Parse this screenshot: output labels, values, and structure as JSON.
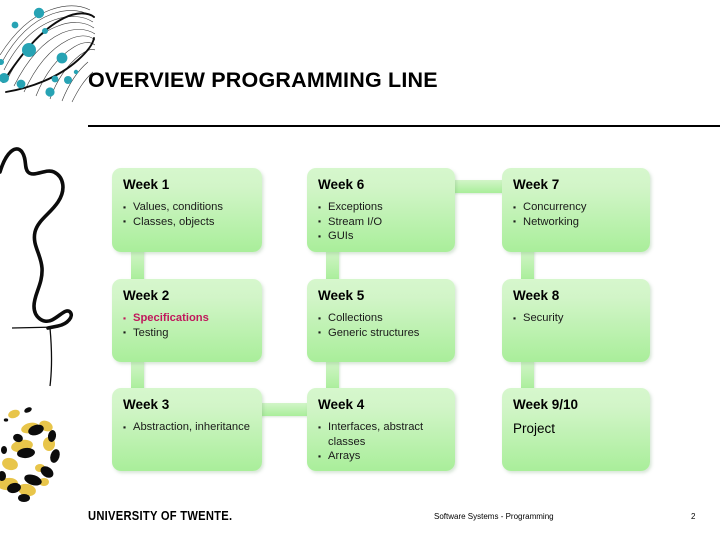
{
  "slide": {
    "title": "OVERVIEW PROGRAMMING LINE",
    "page_number": "2",
    "accent_green": "#a9ee9a",
    "highlight_color": "#c0185c",
    "logo_teal": "#2aa7b5"
  },
  "footer": {
    "university": "UNIVERSITY OF TWENTE.",
    "course": "Software Systems - Programming",
    "page": "2"
  },
  "boxes": [
    {
      "id": "week-1",
      "title": "Week 1",
      "items": [
        {
          "text": "Values, conditions",
          "highlight": false
        },
        {
          "text": "Classes, objects",
          "highlight": false
        }
      ]
    },
    {
      "id": "week-6",
      "title": "Week 6",
      "items": [
        {
          "text": "Exceptions",
          "highlight": false
        },
        {
          "text": "Stream I/O",
          "highlight": false
        },
        {
          "text": "GUIs",
          "highlight": false
        }
      ]
    },
    {
      "id": "week-7",
      "title": "Week 7",
      "items": [
        {
          "text": "Concurrency",
          "highlight": false
        },
        {
          "text": "Networking",
          "highlight": false
        }
      ]
    },
    {
      "id": "week-2",
      "title": "Week 2",
      "items": [
        {
          "text": "Specifications",
          "highlight": true
        },
        {
          "text": "Testing",
          "highlight": false
        }
      ]
    },
    {
      "id": "week-5",
      "title": "Week 5",
      "items": [
        {
          "text": "Collections",
          "highlight": false
        },
        {
          "text": "Generic structures",
          "highlight": false
        }
      ]
    },
    {
      "id": "week-8",
      "title": "Week 8",
      "items": [
        {
          "text": "Security",
          "highlight": false
        }
      ]
    },
    {
      "id": "week-3",
      "title": "Week 3",
      "items": [
        {
          "text": "Abstraction, inheritance",
          "highlight": false
        }
      ]
    },
    {
      "id": "week-4",
      "title": "Week 4",
      "items": [
        {
          "text": "Interfaces, abstract classes",
          "highlight": false
        },
        {
          "text": "Arrays",
          "highlight": false
        }
      ]
    },
    {
      "id": "week-9-10",
      "title": "Week 9/10",
      "plain": "Project",
      "items": []
    }
  ]
}
